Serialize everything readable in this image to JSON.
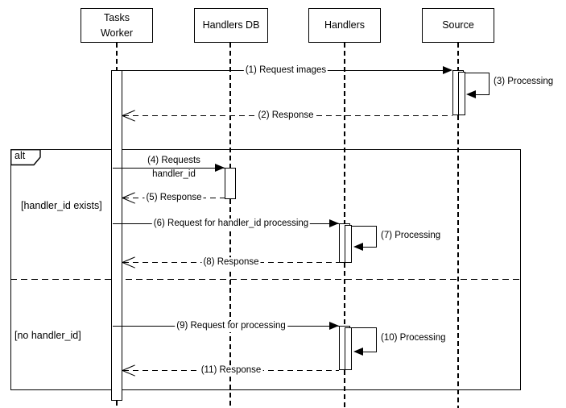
{
  "diagram_type": "uml-sequence",
  "colors": {
    "line": "#000000",
    "background": "#ffffff"
  },
  "actors": {
    "tasks_worker": "Tasks Worker",
    "handlers_db": "Handlers DB",
    "handlers": "Handlers",
    "source": "Source"
  },
  "frame": {
    "operator": "alt",
    "guard_1": "[handler_id exists]",
    "guard_2": "[no handler_id]"
  },
  "messages": {
    "m1": {
      "label": "(1) Request images",
      "from": "Tasks Worker",
      "to": "Source",
      "kind": "sync"
    },
    "m2": {
      "label": "(2) Response",
      "from": "Source",
      "to": "Tasks Worker",
      "kind": "return"
    },
    "m3": {
      "label": "(3) Processing",
      "from": "Source",
      "to": "Source",
      "kind": "self"
    },
    "m4": {
      "label": "(4) Requests handler_id",
      "line1": "(4) Requests",
      "line2": "handler_id",
      "from": "Tasks Worker",
      "to": "Handlers DB",
      "kind": "sync"
    },
    "m5": {
      "label": "(5) Response",
      "from": "Handlers DB",
      "to": "Tasks Worker",
      "kind": "return"
    },
    "m6": {
      "label": "(6) Request for handler_id processing",
      "from": "Tasks Worker",
      "to": "Handlers",
      "kind": "sync"
    },
    "m7": {
      "label": "(7) Processing",
      "from": "Handlers",
      "to": "Handlers",
      "kind": "self"
    },
    "m8": {
      "label": "(8) Response",
      "from": "Handlers",
      "to": "Tasks Worker",
      "kind": "return"
    },
    "m9": {
      "label": "(9) Request for processing",
      "from": "Tasks Worker",
      "to": "Handlers",
      "kind": "sync"
    },
    "m10": {
      "label": "(10) Processing",
      "from": "Handlers",
      "to": "Handlers",
      "kind": "self"
    },
    "m11": {
      "label": "(11) Response",
      "from": "Handlers",
      "to": "Tasks Worker",
      "kind": "return"
    }
  }
}
